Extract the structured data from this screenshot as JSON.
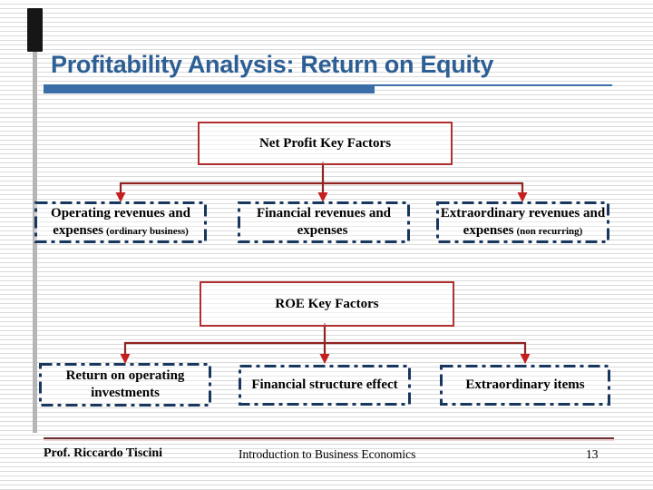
{
  "colors": {
    "accent_blue": "#2d5f94",
    "underline_blue": "#3b6ea8",
    "stripe_gray": "#dadada",
    "connector_maroon": "#8f2420",
    "arrowhead_red": "#c41e1e",
    "dashed_border_navy": "#17375e",
    "solid_box_border_red": "#b03030",
    "footer_line_maroon": "#6e3030"
  },
  "title": "Profitability Analysis: Return on Equity",
  "diagram1": {
    "parent_label": "Net Profit Key Factors",
    "children": [
      {
        "l1": "Operating revenues and",
        "l2": "expenses",
        "l2small": "(ordinary business)"
      },
      {
        "l1": "Financial revenues and",
        "l2": "expenses",
        "l2small": ""
      },
      {
        "l1": "Extraordinary revenues and",
        "l2": "expenses",
        "l2small": "(non recurring)"
      }
    ]
  },
  "diagram2": {
    "parent_label": "ROE Key Factors",
    "children": [
      {
        "l1": "Return on operating",
        "l2": "investments"
      },
      {
        "l1": "Financial structure effect",
        "l2": ""
      },
      {
        "l1": "Extraordinary items",
        "l2": ""
      }
    ]
  },
  "footer": {
    "author": "Prof. Riccardo Tiscini",
    "course": "Introduction to Business Economics",
    "page_number": "13"
  }
}
